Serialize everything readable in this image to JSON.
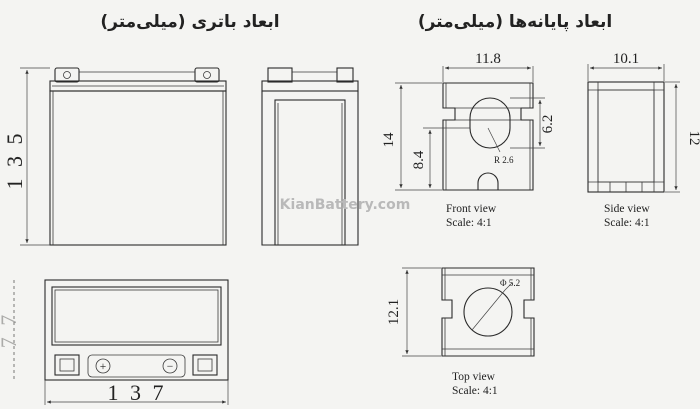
{
  "titles": {
    "battery_dimensions": "ابعاد باتری (میلی‌متر)",
    "terminal_dimensions": "ابعاد پایانه‌ها (میلی‌متر)"
  },
  "watermark": "KianBattery.com",
  "battery": {
    "height": "1 3 5",
    "width": "1 3 7",
    "depth": "7 7"
  },
  "terminal": {
    "front_view": {
      "width": "11.8",
      "height": "14",
      "hole_height": "6.2",
      "lower_height": "8.4",
      "radius": "R 2.6",
      "caption": "Front view",
      "scale": "Scale:  4:1"
    },
    "side_view": {
      "width": "10.1",
      "height": "12",
      "caption": "Side view",
      "scale": "Scale:  4:1"
    },
    "top_view": {
      "diameter": "Φ 5.2",
      "height": "12.1",
      "caption": "Top view",
      "scale": "Scale:  4:1"
    }
  },
  "terminal_symbols": {
    "positive": "+",
    "negative": "−"
  }
}
